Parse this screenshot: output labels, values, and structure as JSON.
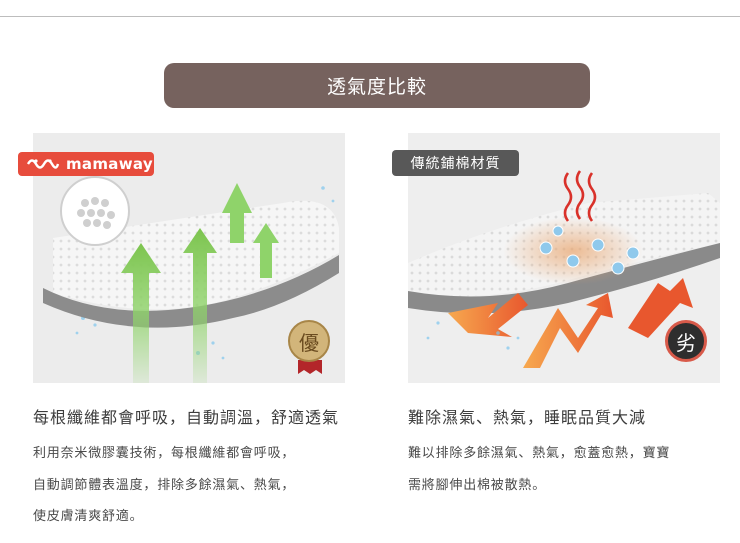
{
  "header": {
    "title": "透氣度比較"
  },
  "left": {
    "brand": "mamaway",
    "grade_badge": "優",
    "heading": "每根纖維都會呼吸，自動調溫，舒適透氣",
    "lines": [
      "利用奈米微膠囊技術，每根纖維都會呼吸，",
      "自動調節體表溫度，排除多餘濕氣、熱氣，",
      "使皮膚清爽舒適。"
    ]
  },
  "right": {
    "tag": "傳統鋪棉材質",
    "grade_badge": "劣",
    "heading": "難除濕氣、熱氣，睡眠品質大減",
    "lines": [
      "難以排除多餘濕氣、熱氣，愈蓋愈熱，寶寶",
      "需將腳伸出棉被散熱。"
    ]
  },
  "colors": {
    "banner_bg": "#76625e",
    "brand_red": "#e74c3c",
    "good_arrow": "#8fd36a",
    "bad_arrow": "#e8572e",
    "bad_badge_ring": "#d85a4a"
  }
}
